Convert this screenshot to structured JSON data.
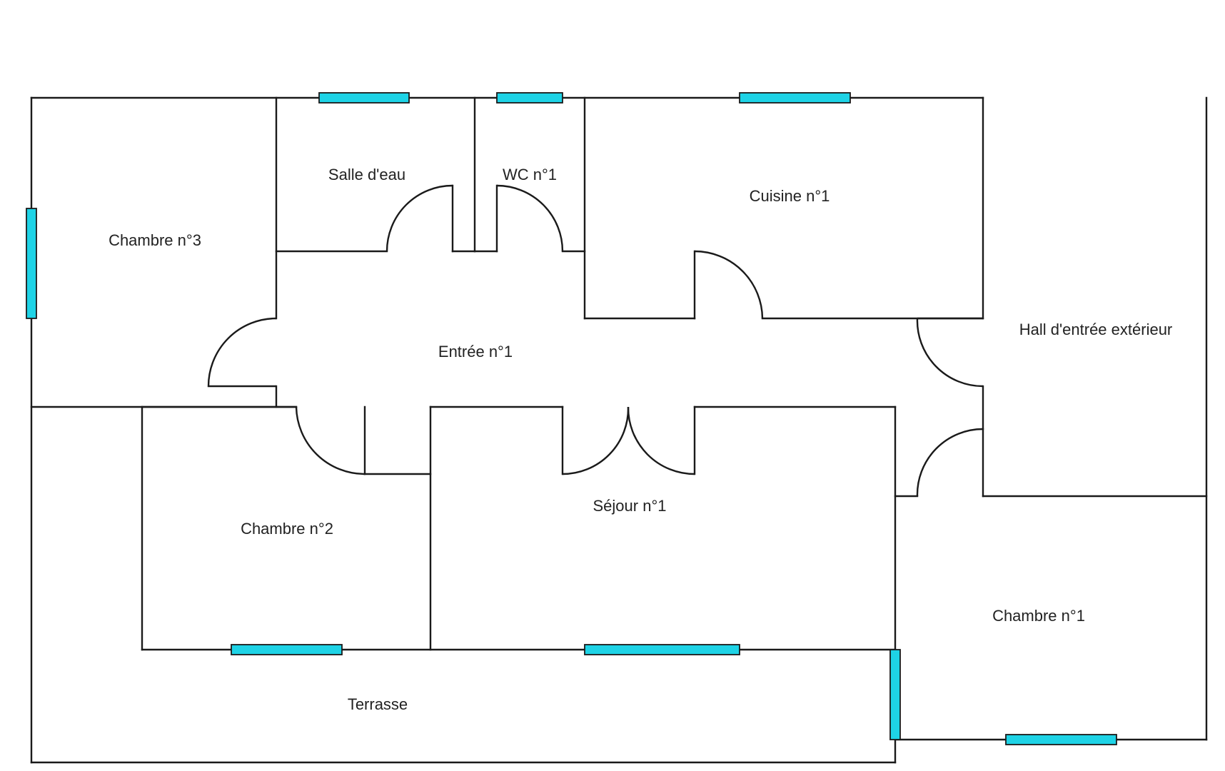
{
  "plan": {
    "rooms": {
      "chambre3": "Chambre n°3",
      "salle_eau": "Salle d'eau",
      "wc1": "WC n°1",
      "cuisine1": "Cuisine n°1",
      "hall": "Hall d'entrée extérieur",
      "entree1": "Entrée n°1",
      "chambre2": "Chambre n°2",
      "sejour1": "Séjour n°1",
      "chambre1": "Chambre n°1",
      "terrasse": "Terrasse"
    },
    "colors": {
      "wall": "#1a1a1a",
      "window_fill": "#1ed3e6",
      "background": "#ffffff"
    }
  }
}
